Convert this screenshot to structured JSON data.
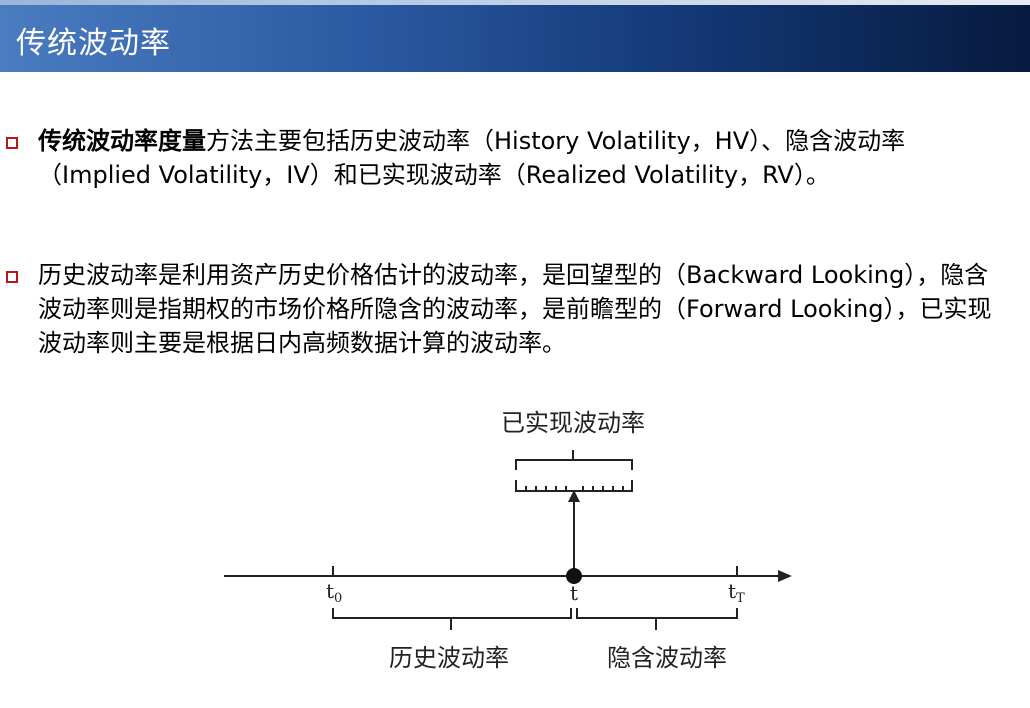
{
  "slide": {
    "title": "传统波动率"
  },
  "bullets": [
    {
      "strong": "传统波动率度量",
      "rest": "方法主要包括历史波动率（History Volatility，HV）、隐含波动率（Implied Volatility，IV）和已实现波动率（Realized Volatility，RV）。"
    },
    {
      "strong": "",
      "rest": "历史波动率是利用资产历史价格估计的波动率，是回望型的（Backward Looking），隐含波动率则是指期权的市场价格所隐含的波动率，是前瞻型的（Forward Looking），已实现波动率则主要是根据日内高频数据计算的波动率。"
    }
  ],
  "diagram": {
    "realized_label": "已实现波动率",
    "historical_label": "历史波动率",
    "implied_label": "隐含波动率",
    "t0_main": "t",
    "t0_sub": "0",
    "t_label": "t",
    "tT_main": "t",
    "tT_sub": "T"
  },
  "colors": {
    "bullet_marker": "#b8171c",
    "title_bar_start": "#4a7cc0",
    "title_bar_end": "#071a3f"
  }
}
